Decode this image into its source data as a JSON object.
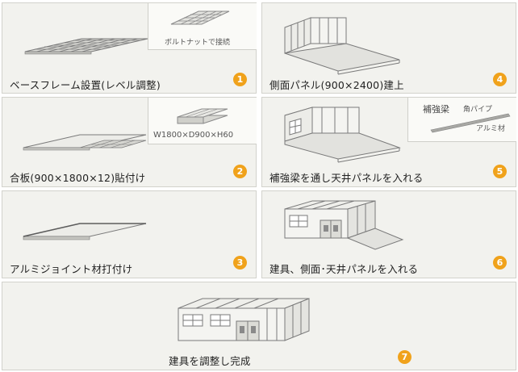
{
  "steps": [
    {
      "number": "1",
      "caption": "ベースフレーム設置(レベル調整)",
      "inset_label": "ボルトナットで接続"
    },
    {
      "number": "2",
      "caption": "合板(900×1800×12)貼付け",
      "inset_label": "W1800×D900×H60"
    },
    {
      "number": "3",
      "caption": "アルミジョイント材打付け"
    },
    {
      "number": "4",
      "caption": "側面パネル(900×2400)建上"
    },
    {
      "number": "5",
      "caption": "補強梁を通し天井パネルを入れる",
      "inset_title": "補強梁",
      "inset_pipe": "角パイプ",
      "inset_material": "アルミ材"
    },
    {
      "number": "6",
      "caption": "建具、側面･天井パネルを入れる"
    },
    {
      "number": "7",
      "caption": "建具を調整し完成"
    }
  ],
  "colors": {
    "badge": "#f0a21b",
    "panel_bg": "#f2f2ee",
    "line": "#8a8a8a"
  }
}
